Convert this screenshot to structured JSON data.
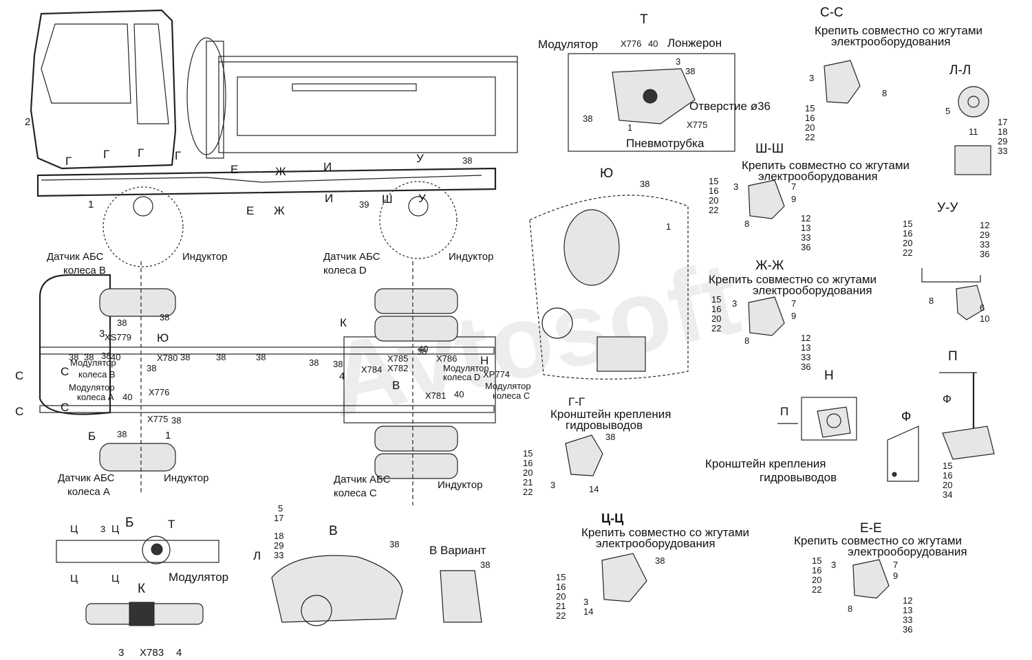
{
  "callouts": {
    "T_title": "Т",
    "modulator": "Модулятор",
    "x776": "X776",
    "n40a": "40",
    "longeron": "Лонжерон",
    "n3_t": "3",
    "n38_t": "38",
    "hole": "Отверстие ø36",
    "x775": "X775",
    "n38_t2": "38",
    "n1_t": "1",
    "pnevmo": "Пневмотрубка",
    "Yu_title": "Ю",
    "n38_yu": "38",
    "n1_yu": "1",
    "abs_b": "Датчик АБС",
    "abs_b2": "колеса В",
    "induktor1": "Индуктор",
    "abs_d": "Датчик АБС",
    "abs_d2": "колеса D",
    "induktor2": "Индуктор",
    "abs_a": "Датчик АБС",
    "abs_a2": "колеса А",
    "induktor3": "Индуктор",
    "abs_c": "Датчик АБС",
    "abs_c2": "колеса С",
    "induktor4": "Индуктор",
    "n2": "2",
    "n1_side": "1",
    "n38_side": "38",
    "n39": "39",
    "side_G1": "Г",
    "side_G2": "Г",
    "side_G3": "Г",
    "side_G4": "Г",
    "side_E": "Е",
    "side_E2": "Е",
    "side_Zh": "Ж",
    "side_Zh2": "Ж",
    "side_I": "И",
    "side_I2": "И",
    "side_Sh": "Ш",
    "side_U": "У",
    "side_U2": "У",
    "xs779": "XS779",
    "x780": "X780",
    "x784": "X784",
    "x785": "X785",
    "x782": "X782",
    "x786": "X786",
    "xp774": "XP774",
    "x781": "X781",
    "x776b": "X776",
    "x775b": "X775",
    "mod_b": "Модулятор",
    "mod_b2": "колеса В",
    "mod_a": "Модулятор",
    "mod_a2": "колеса А",
    "mod_d": "Модулятор",
    "mod_d2": "колеса D",
    "mod_c": "Модулятор",
    "mod_c2": "колеса С",
    "K_lbl": "К",
    "N_lbl": "Н",
    "B_lbl": "В",
    "Yu_lbl": "Ю",
    "Sigma1": "С",
    "Sigma2": "С",
    "Sigma3": "С",
    "Sigma4": "С",
    "Blbl": "Б",
    "n3_top": "3",
    "n4_top": "4",
    "n1_top": "1",
    "n38_p1": "38",
    "n38_p2": "38",
    "n38_p3": "38",
    "n38_p4": "38",
    "n38_p5": "38",
    "n38_p6": "38",
    "n38_p7": "38",
    "n38_p8": "38",
    "n38_p9": "38",
    "n38_p10": "38",
    "n38_p11": "38",
    "n38_p12": "38",
    "n38_p13": "38",
    "n38_p14": "38",
    "n40_p1": "40",
    "n40_p2": "40",
    "n40_p3": "40",
    "n40_p4": "40"
  },
  "views": {
    "CC": {
      "title": "С-С",
      "note1": "Крепить совместно со жгутами",
      "note2": "электрооборудования",
      "n3": "3",
      "n8": "8",
      "stack": [
        "15",
        "16",
        "20",
        "22"
      ]
    },
    "LL": {
      "title": "Л-Л",
      "n5": "5",
      "n11": "11",
      "stack": [
        "17",
        "18",
        "29",
        "33"
      ]
    },
    "ShSh": {
      "title": "Ш-Ш",
      "note1": "Крепить совместно со жгутами",
      "note2": "электрооборудования",
      "n3": "3",
      "n7": "7",
      "n9": "9",
      "n8": "8",
      "left": [
        "15",
        "16",
        "20",
        "22"
      ],
      "right": [
        "12",
        "13",
        "33",
        "36"
      ]
    },
    "UU": {
      "title": "У-У",
      "top": [
        "12",
        "29",
        "33",
        "36"
      ],
      "left": [
        "15",
        "16",
        "20",
        "22"
      ],
      "n8": "8",
      "n6": "6",
      "n10": "10"
    },
    "ZhZh": {
      "title": "Ж-Ж",
      "note1": "Крепить совместно со жгутами",
      "note2": "электрооборудования",
      "n3": "3",
      "n7": "7",
      "n9": "9",
      "n8": "8",
      "left": [
        "15",
        "16",
        "20",
        "22"
      ],
      "right": [
        "12",
        "13",
        "33",
        "36"
      ]
    },
    "GG": {
      "title": "Г-Г",
      "note1": "Кронштейн крепления",
      "note2": "гидровыводов",
      "n38": "38",
      "n3": "3",
      "n14": "14",
      "stack": [
        "15",
        "16",
        "20",
        "21",
        "22"
      ]
    },
    "N": {
      "title": "Н",
      "arrowP": "П",
      "note1": "Кронштейн крепления",
      "note2": "гидровыводов"
    },
    "F": {
      "title": "Ф"
    },
    "P": {
      "title": "П",
      "arrowF": "Ф",
      "stack": [
        "15",
        "16",
        "20",
        "34"
      ]
    },
    "B": {
      "title": "Б",
      "T": "Т",
      "n3": "3",
      "C1": "Ц",
      "C2": "Ц",
      "C3": "Ц",
      "C4": "Ц",
      "mod": "Модулятор"
    },
    "K": {
      "title": "К",
      "n3": "3",
      "x783": "X783",
      "n4": "4"
    },
    "V": {
      "title": "В",
      "n38": "38",
      "L": "Л",
      "stack": [
        "5",
        "17",
        "18",
        "29",
        "33"
      ]
    },
    "Vvar": {
      "title": "В  Вариант",
      "n38": "38"
    },
    "TsTs": {
      "title": "Ц-Ц",
      "note1": "Крепить совместно со жгутами",
      "note2": "электрооборудования",
      "n38": "38",
      "n3": "3",
      "n14": "14",
      "stack": [
        "15",
        "16",
        "20",
        "21",
        "22"
      ]
    },
    "EE": {
      "title": "Е-Е",
      "note1": "Крепить совместно со жгутами",
      "note2": "электрооборудования",
      "n3": "3",
      "n7": "7",
      "n9": "9",
      "n8": "8",
      "left": [
        "15",
        "16",
        "20",
        "22"
      ],
      "right": [
        "12",
        "13",
        "33",
        "36"
      ]
    }
  },
  "watermark": "Avtosoft"
}
